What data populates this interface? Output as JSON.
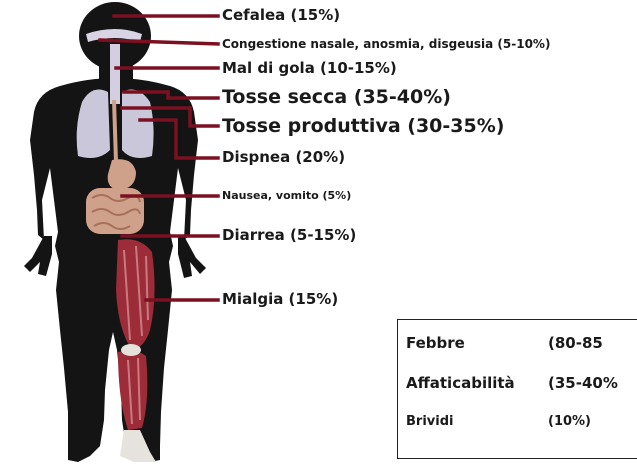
{
  "colors": {
    "body": "#141414",
    "leader": "#7a1020",
    "lungs": "#c9c7d9",
    "gut": "#cfa08a",
    "muscle": "#9b2c38",
    "bone": "#e6e2de"
  },
  "symptoms": [
    {
      "text": "Cefalea (15%)",
      "organ": "head"
    },
    {
      "text": "Congestione nasale, anosmia, disgeusia (5-10%)",
      "organ": "nose"
    },
    {
      "text": "Mal di gola (10-15%)",
      "organ": "throat"
    },
    {
      "text": "Tosse secca (35-40%)",
      "organ": "trachea"
    },
    {
      "text": "Tosse produttiva (30-35%)",
      "organ": "bronchi"
    },
    {
      "text": "Dispnea (20%)",
      "organ": "lungs"
    },
    {
      "text": "Nausea, vomito (5%)",
      "organ": "stomach"
    },
    {
      "text": "Diarrea (5-15%)",
      "organ": "intestine"
    },
    {
      "text": "Mialgia (15%)",
      "organ": "leg-muscle"
    }
  ],
  "systemic": [
    {
      "name": "Febbre",
      "value": "(80-85"
    },
    {
      "name": "Affaticabilità",
      "value": "(35-40%"
    },
    {
      "name": "Brividi",
      "value": "(10%)"
    }
  ]
}
